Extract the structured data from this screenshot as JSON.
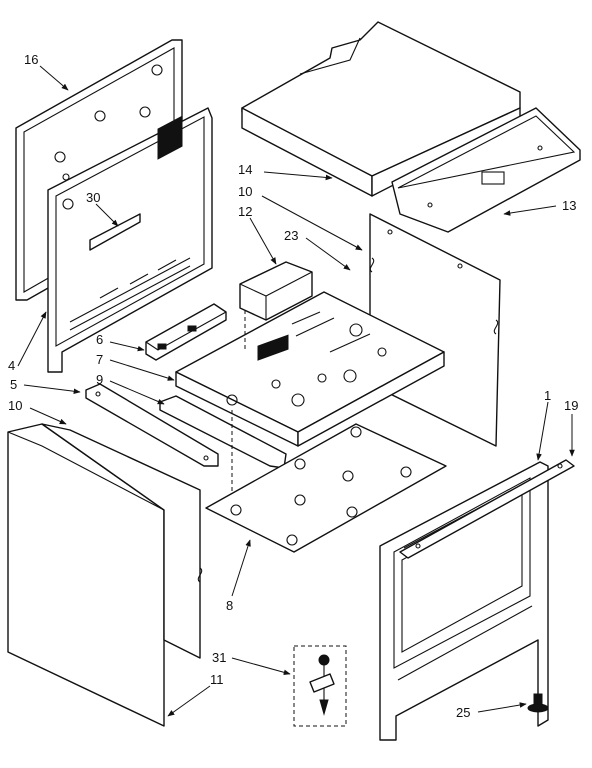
{
  "labels": {
    "l16": "16",
    "l14": "14",
    "l10a": "10",
    "l12": "12",
    "l13": "13",
    "l23": "23",
    "l30": "30",
    "l6": "6",
    "l7": "7",
    "l4": "4",
    "l5": "5",
    "l9": "9",
    "l10b": "10",
    "l1": "1",
    "l19": "19",
    "l8": "8",
    "l31": "31",
    "l11": "11",
    "l25": "25"
  }
}
